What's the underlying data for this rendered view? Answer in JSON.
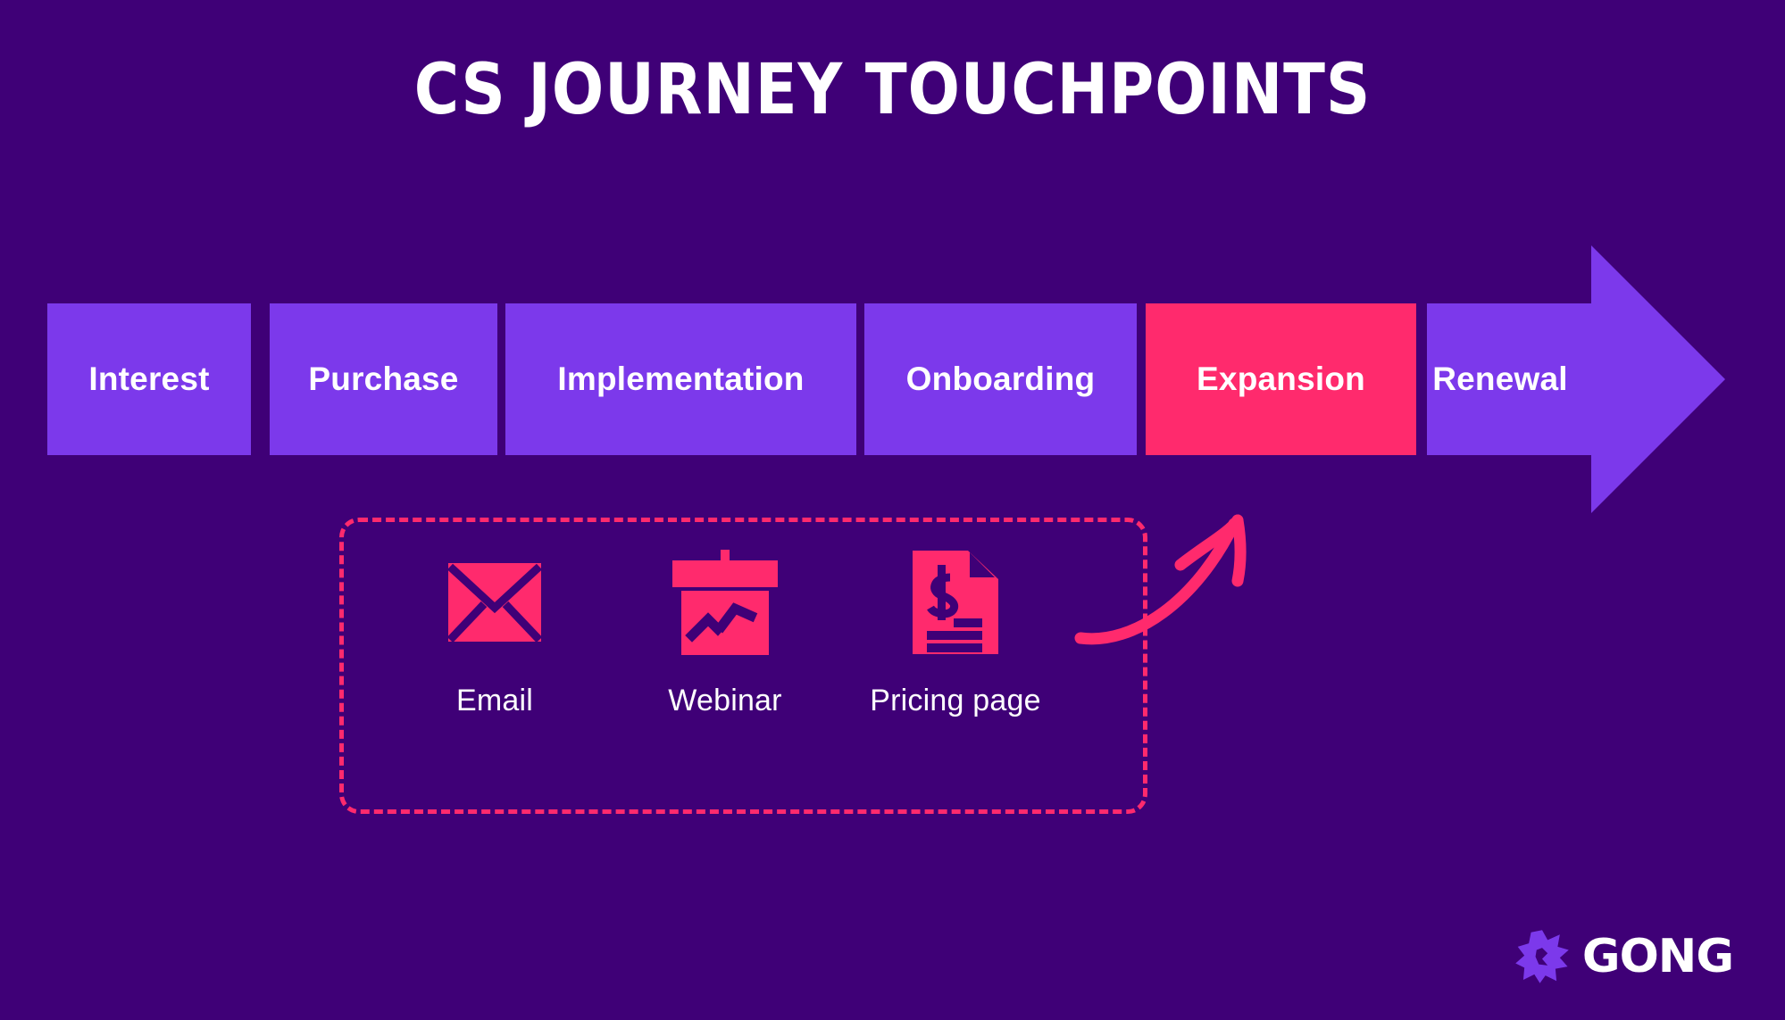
{
  "slide": {
    "title": "CS JOURNEY TOUCHPOINTS",
    "background_color": "#3F0077",
    "stage_color": "#7C39EB",
    "accent_color": "#FF2A6D",
    "text_color": "#FFFFFF"
  },
  "journey": {
    "stages": [
      {
        "label": "Interest",
        "highlighted": false
      },
      {
        "label": "Purchase",
        "highlighted": false
      },
      {
        "label": "Implementation",
        "highlighted": false
      },
      {
        "label": "Onboarding",
        "highlighted": false
      },
      {
        "label": "Expansion",
        "highlighted": true
      },
      {
        "label": "Renewal",
        "highlighted": false
      }
    ],
    "arrow_direction": "right"
  },
  "callout": {
    "border_style": "dashed",
    "border_color": "#FF2A6D",
    "linked_stage": "Expansion",
    "touchpoints": [
      {
        "label": "Email",
        "icon": "envelope-icon"
      },
      {
        "label": "Webinar",
        "icon": "presentation-chart-icon"
      },
      {
        "label": "Pricing page",
        "icon": "invoice-dollar-document-icon"
      }
    ]
  },
  "growth_arrow": {
    "icon": "curved-up-right-arrow-icon",
    "color": "#FF2A6D"
  },
  "logo": {
    "text": "GONG",
    "mark": "gong-starburst-icon",
    "mark_color": "#7C39EB",
    "text_color": "#FFFFFF"
  }
}
